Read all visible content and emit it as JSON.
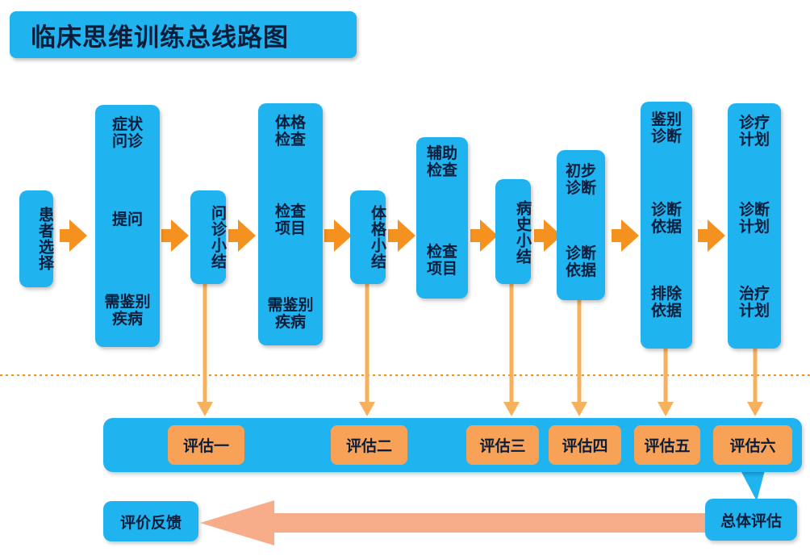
{
  "title": "临床思维训练总线路图",
  "stages": {
    "patient": "患者选择",
    "symptom_top": "症状问诊",
    "symptom_mid": "提问",
    "symptom_bottom": "需鉴别疾病",
    "inquiry_summary": "问诊小结",
    "exam_top": "体格检查",
    "exam_mid": "检查项目",
    "exam_bottom": "需鉴别疾病",
    "exam_summary": "体格小结",
    "aux_top": "辅助检查",
    "aux_bottom": "检查项目",
    "history_summary": "病史小结",
    "prelim_top": "初步诊断",
    "prelim_bottom": "诊断依据",
    "diff_top": "鉴别诊断",
    "diff_mid": "诊断依据",
    "diff_bottom": "排除依据",
    "treat_top": "诊疗计划",
    "treat_mid": "诊断计划",
    "treat_bottom": "治疗计划"
  },
  "evaluations": [
    "评估一",
    "评估二",
    "评估三",
    "评估四",
    "评估五",
    "评估六"
  ],
  "overall": "总体评估",
  "feedback": "评价反馈",
  "colors": {
    "box": "#1fb3ef",
    "arrow_orange": "#f5921f",
    "arrow_light": "#f7b15c",
    "eval": "#f7a257",
    "feedback_arrow": "#f8ad8a",
    "divider": "#f5921f"
  }
}
